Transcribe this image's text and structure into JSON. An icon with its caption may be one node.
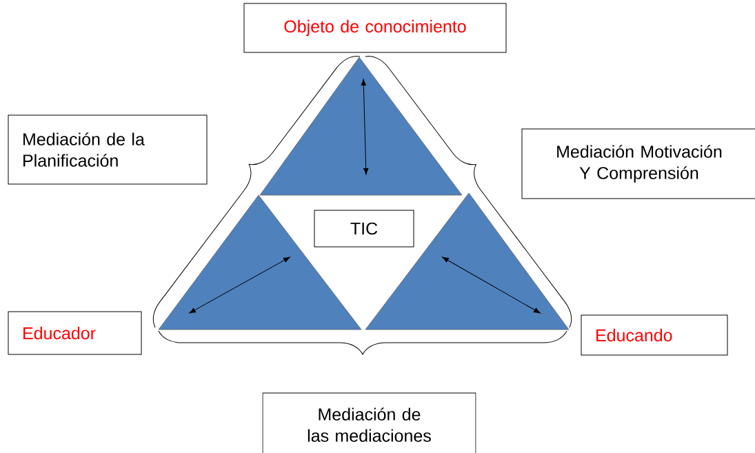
{
  "diagram": {
    "nodes": [
      {
        "text": [
          "Objeto de conocimiento"
        ]
      },
      {
        "text": [
          "Mediación de la Planificación"
        ]
      },
      {
        "text": [
          "Mediación Motivación Y Comprensión"
        ]
      },
      {
        "text": [
          "TIC"
        ]
      },
      {
        "text": [
          "Educador"
        ]
      },
      {
        "text": [
          "Educando"
        ]
      },
      {
        "text": [
          "Mediación de las mediaciones"
        ]
      }
    ]
  }
}
